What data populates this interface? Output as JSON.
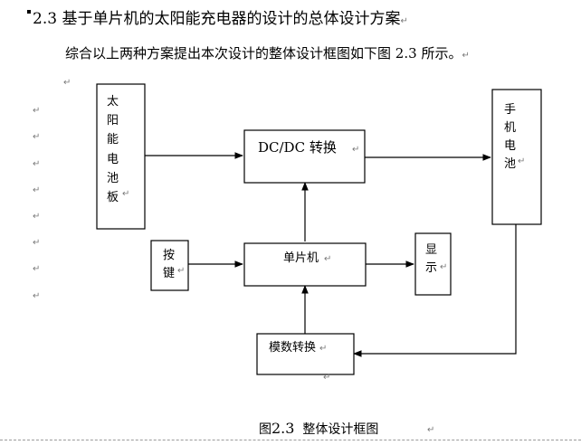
{
  "heading": {
    "number": "2.3",
    "text": "基于单片机的太阳能充电器的设计的总体设计方案"
  },
  "paragraph": {
    "text_before": "综合以上两种方案提出本次设计的整体设计框图如下图",
    "figure_ref": "2.3",
    "text_after": "所示。"
  },
  "diagram": {
    "blocks": {
      "solar_panel": [
        "太",
        "阳",
        "能",
        "电",
        "池",
        "板"
      ],
      "dcdc": "DC/DC 转换",
      "phone_battery": [
        "手",
        "机",
        "电",
        "池"
      ],
      "key": [
        "按",
        "键"
      ],
      "mcu": "单片机",
      "display": [
        "显",
        "示"
      ],
      "adc": "模数转换"
    }
  },
  "caption": {
    "prefix": "图",
    "number": "2.3",
    "text": "整体设计框图"
  },
  "marks": {
    "paragraph": "↵"
  }
}
